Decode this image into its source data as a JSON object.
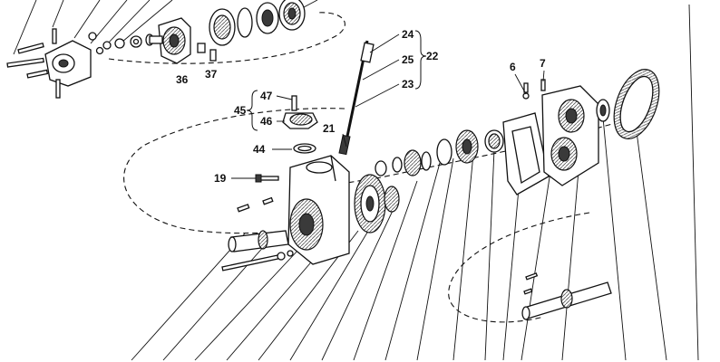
{
  "diagram": {
    "callouts": [
      {
        "id": "c36",
        "text": "36"
      },
      {
        "id": "c37",
        "text": "37"
      },
      {
        "id": "c24",
        "text": "24"
      },
      {
        "id": "c25",
        "text": "25"
      },
      {
        "id": "c23",
        "text": "23"
      },
      {
        "id": "c22",
        "text": "22"
      },
      {
        "id": "c47",
        "text": "47"
      },
      {
        "id": "c46",
        "text": "46"
      },
      {
        "id": "c45",
        "text": "45"
      },
      {
        "id": "c44",
        "text": "44"
      },
      {
        "id": "c21",
        "text": "21"
      },
      {
        "id": "c19",
        "text": "19"
      },
      {
        "id": "c6",
        "text": "6"
      },
      {
        "id": "c7",
        "text": "7"
      }
    ]
  }
}
